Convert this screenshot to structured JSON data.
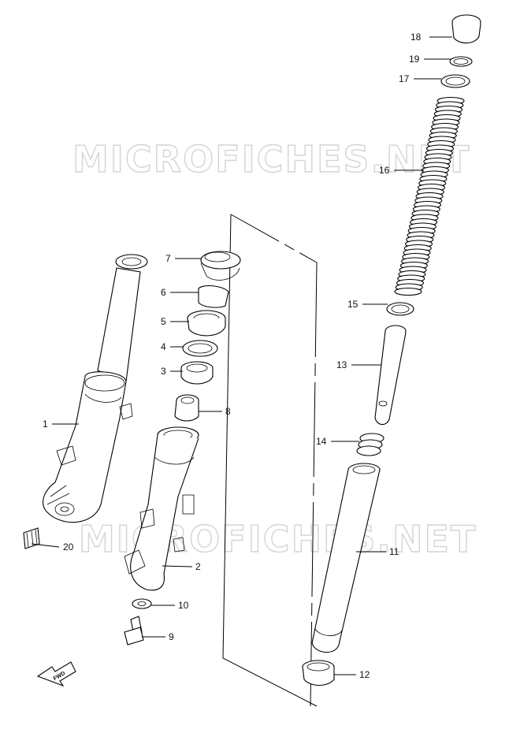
{
  "watermark": {
    "text_top": "MICROFICHES.NET",
    "text_bottom": "MICROFICHES.NET"
  },
  "fwd_label": "FWD",
  "callouts": [
    {
      "id": "c1",
      "text": "1"
    },
    {
      "id": "c2",
      "text": "2"
    },
    {
      "id": "c3",
      "text": "3"
    },
    {
      "id": "c4",
      "text": "4"
    },
    {
      "id": "c5",
      "text": "5"
    },
    {
      "id": "c6",
      "text": "6"
    },
    {
      "id": "c7",
      "text": "7"
    },
    {
      "id": "c8",
      "text": "8"
    },
    {
      "id": "c9",
      "text": "9"
    },
    {
      "id": "c10",
      "text": "10"
    },
    {
      "id": "c11",
      "text": "11"
    },
    {
      "id": "c12",
      "text": "12"
    },
    {
      "id": "c13",
      "text": "13"
    },
    {
      "id": "c14",
      "text": "14"
    },
    {
      "id": "c15",
      "text": "15"
    },
    {
      "id": "c16",
      "text": "16"
    },
    {
      "id": "c17",
      "text": "17"
    },
    {
      "id": "c18",
      "text": "18"
    },
    {
      "id": "c19",
      "text": "19"
    },
    {
      "id": "c20",
      "text": "20"
    }
  ]
}
